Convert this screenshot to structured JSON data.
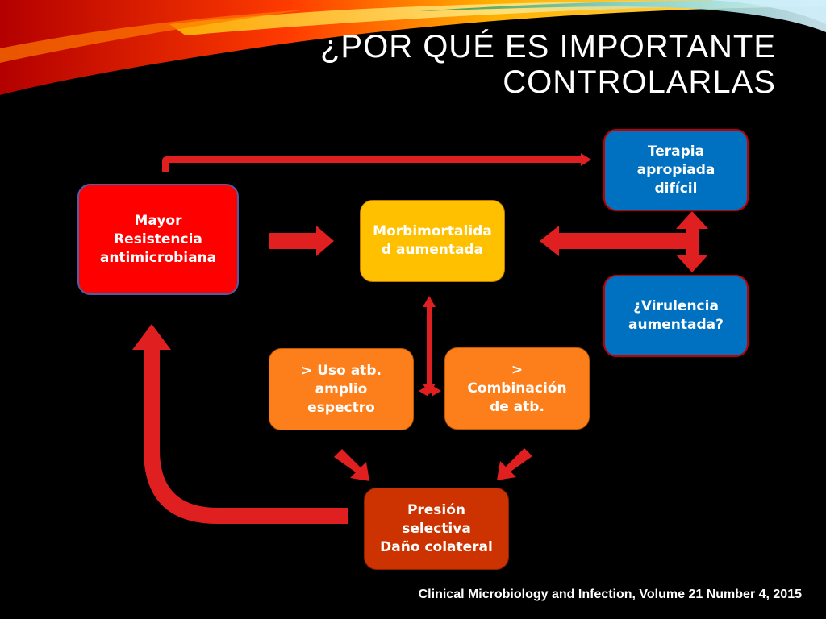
{
  "slide": {
    "title_line1": "¿POR QUÉ ES IMPORTANTE",
    "title_line2": "CONTROLARLAS",
    "citation": "Clinical Microbiology and Infection, Volume 21 Number 4, 2015"
  },
  "nodes": {
    "resistencia": "Mayor\nResistencia\nantimicrobiana",
    "morbimortalidad": "Morbimortalida\nd aumentada",
    "terapia": "Terapia\napropiada\ndifícil",
    "virulencia": "¿Virulencia\naumentada?",
    "uso": "> Uso atb.\namplio\nespectro",
    "combinacion": ">\nCombinación\nde atb.",
    "presion": "Presión\nselectiva\nDaño colateral"
  },
  "colors": {
    "background": "#000000",
    "arrow": "#e02020",
    "resistencia_fill": "#ff0000",
    "morbimortalidad_fill": "#ffc000",
    "blue_fill": "#0070c0",
    "orange_fill": "#fd7f1c",
    "presion_fill": "#cc3300"
  }
}
